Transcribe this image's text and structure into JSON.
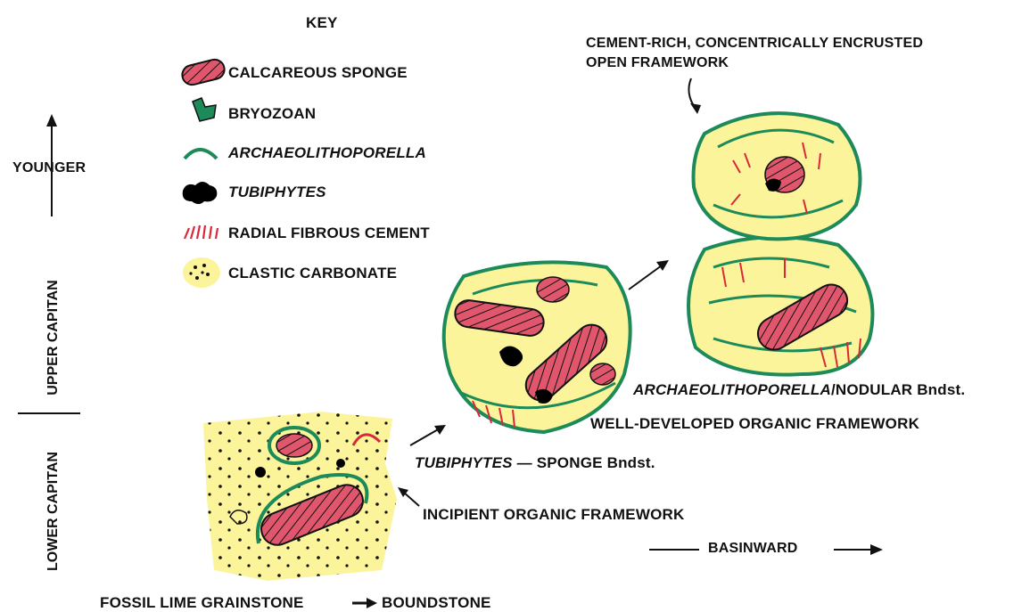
{
  "key": {
    "title": "KEY",
    "items": [
      {
        "label": "CALCAREOUS SPONGE",
        "icon": "sponge-icon"
      },
      {
        "label": "BRYOZOAN",
        "icon": "bryozoan-icon"
      },
      {
        "label": "ARCHAEOLITHOPORELLA",
        "icon": "archaeolithoporella-icon"
      },
      {
        "label": "TUBIPHYTES",
        "icon": "tubiphytes-icon"
      },
      {
        "label": "RADIAL FIBROUS CEMENT",
        "icon": "radial-cement-icon"
      },
      {
        "label": "CLASTIC CARBONATE",
        "icon": "clastic-carbonate-icon"
      }
    ]
  },
  "axis": {
    "younger": "YOUNGER",
    "upper_capitan": "UPPER CAPITAN",
    "lower_capitan": "LOWER CAPITAN"
  },
  "stages": {
    "stage1": "INCIPIENT ORGANIC FRAMEWORK",
    "stage2_name_italic": "TUBIPHYTES",
    "stage2_name_rest": " — SPONGE Bndst.",
    "stage3": "WELL-DEVELOPED ORGANIC FRAMEWORK",
    "stage4_name_italic": "ARCHAEOLITHOPORELLA",
    "stage4_name_rest": "/NODULAR Bndst.",
    "stage5_line1": "CEMENT-RICH, CONCENTRICALLY ENCRUSTED",
    "stage5_line2": "OPEN FRAMEWORK"
  },
  "bottom": {
    "grainstone": "FOSSIL LIME GRAINSTONE",
    "boundstone": "BOUNDSTONE",
    "basinward": "BASINWARD"
  },
  "colors": {
    "sponge": "#e0566d",
    "bryozoan": "#1d8a5a",
    "archaeolithoporella": "#1d8a5a",
    "tubiphytes": "#000000",
    "cement": "#d8283a",
    "clastic": "#fbf49a"
  }
}
